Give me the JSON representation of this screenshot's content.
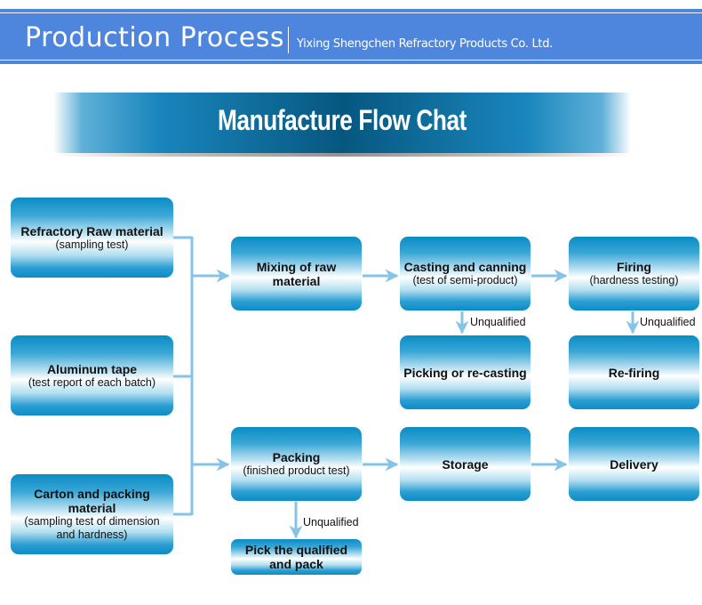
{
  "header": {
    "title": "Production Process",
    "company": "Yixing Shengchen Refractory Products Co. Ltd."
  },
  "banner": {
    "title": "Manufacture Flow Chat"
  },
  "colors": {
    "header_bg": "#4f86dd",
    "banner_dark": "#06577f",
    "box_blue": "#0a8cc4",
    "connector": "#86c3e6"
  },
  "flow": {
    "inputs": [
      {
        "title": "Refractory Raw material",
        "sub": "(sampling test)"
      },
      {
        "title": "Aluminum tape",
        "sub": "(test report of each batch)"
      },
      {
        "title": "Carton and packing material",
        "sub": "(sampling test of dimension",
        "sub2": "and hardness)"
      }
    ],
    "steps": {
      "mixing": {
        "title": "Mixing of raw material"
      },
      "casting": {
        "title": "Casting and canning",
        "sub": "(test of semi-product)"
      },
      "firing": {
        "title": "Firing",
        "sub": "(hardness testing)"
      },
      "picking": {
        "title": "Picking or re-casting"
      },
      "refiring": {
        "title": "Re-firing"
      },
      "packing": {
        "title": "Packing",
        "sub": "(finished product test)"
      },
      "storage": {
        "title": "Storage"
      },
      "delivery": {
        "title": "Delivery"
      },
      "pick_pack": {
        "title": "Pick the qualified",
        "title2": "and pack"
      }
    },
    "labels": {
      "unqualified_casting": "Unqualified",
      "unqualified_firing": "Unqualified",
      "unqualified_packing": "Unqualified"
    }
  }
}
